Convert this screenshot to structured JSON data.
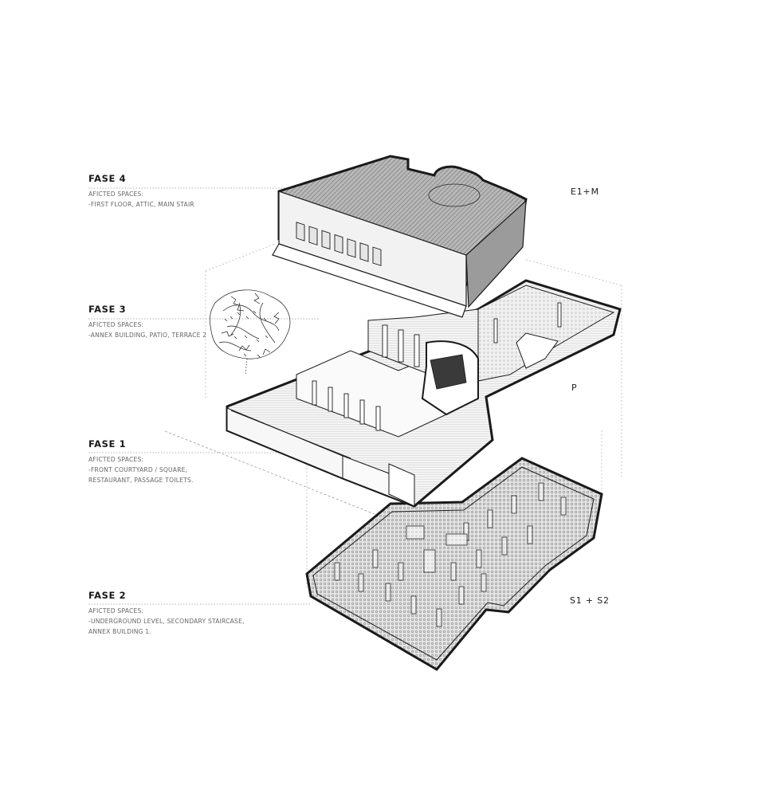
{
  "phases": [
    {
      "title": "FASE 4",
      "subtitle": "AFICTED SPACES:",
      "lines": [
        "-FIRST FLOOR, ATTIC, MAIN STAIR"
      ]
    },
    {
      "title": "FASE 3",
      "subtitle": "AFICTED SPACES:",
      "lines": [
        "-ANNEX BUILDING, PATIO, TERRACE 2"
      ]
    },
    {
      "title": "FASE 1",
      "subtitle": "AFICTED SPACES:",
      "lines": [
        "-FRONT COURTYARD / SQUARE,",
        "RESTAURANT, PASSAGE TOILETS."
      ]
    },
    {
      "title": "FASE 2",
      "subtitle": "AFICTED SPACES:",
      "lines": [
        "-UNDERGROUND LEVEL, SECONDARY STAIRCASE,",
        "ANNEX BUILDING 1."
      ]
    }
  ],
  "levels": {
    "upper": "E1+M",
    "ground": "P",
    "basement": "S1 + S2"
  },
  "colors": {
    "line": "#1a1a1a",
    "hatch_dark": "#8a8a8a",
    "hatch_light": "#c9c9c9",
    "dotted_guide": "#9a9a9a"
  }
}
